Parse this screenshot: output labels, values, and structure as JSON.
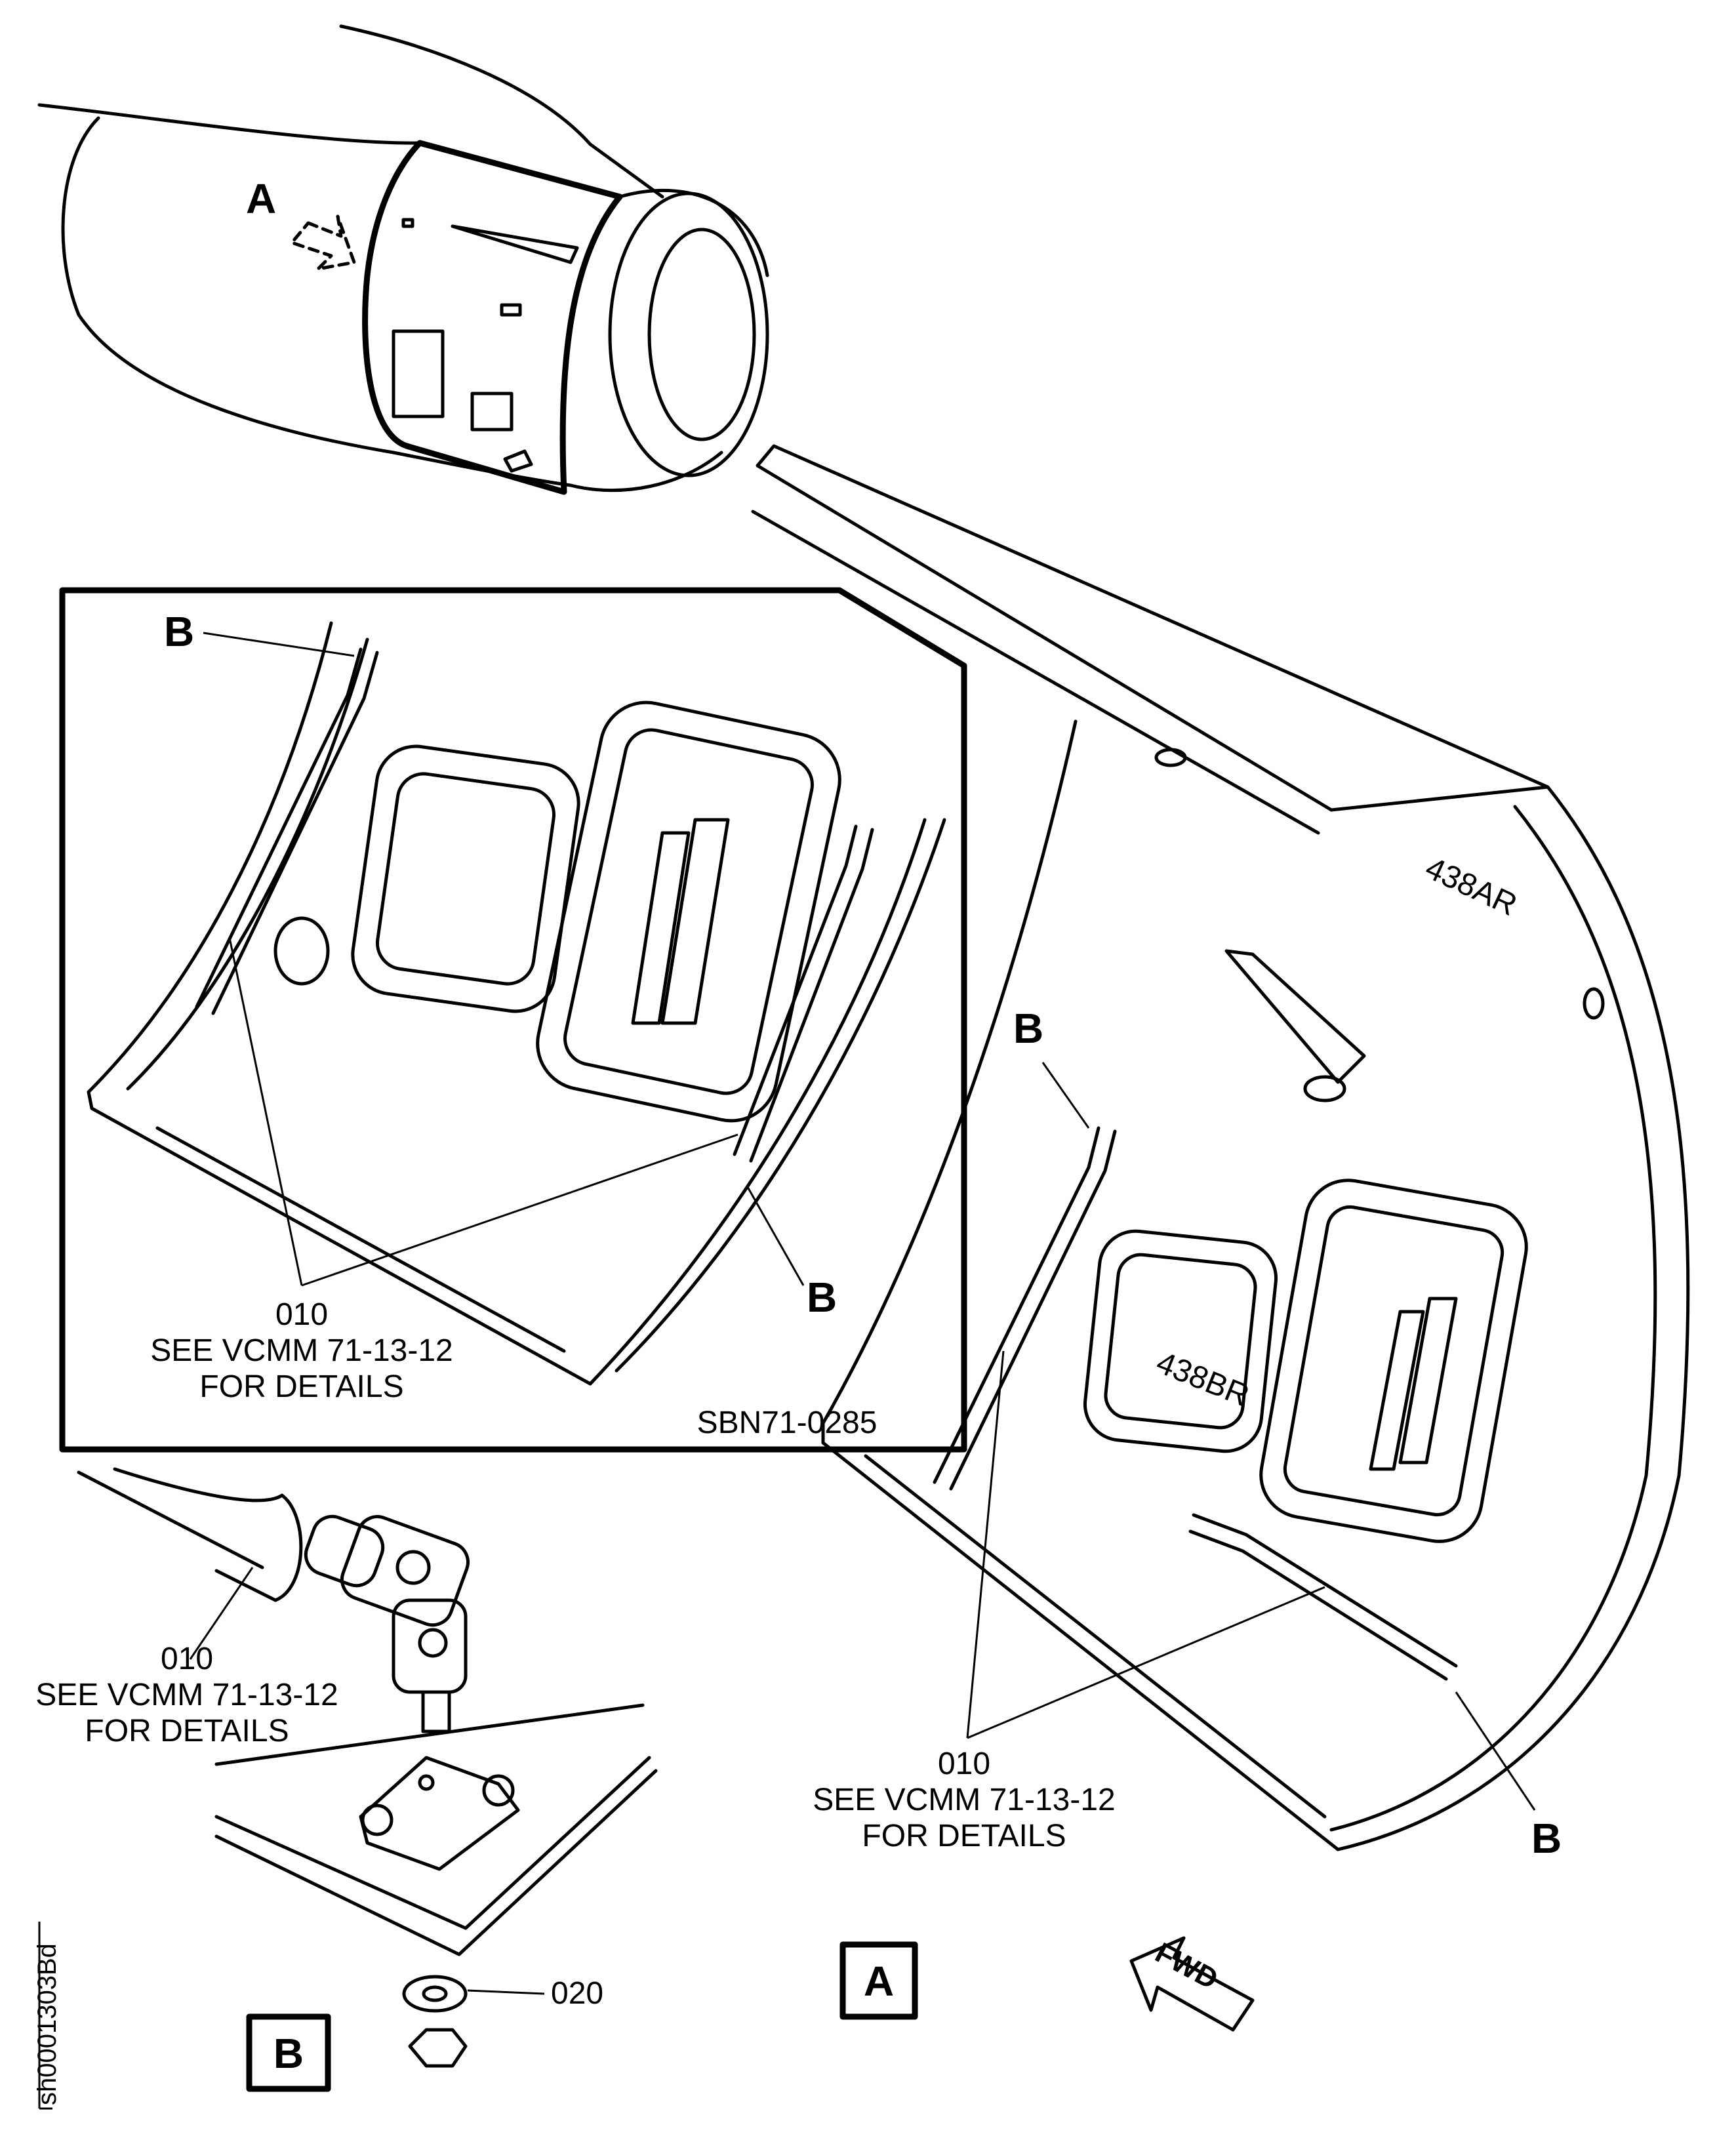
{
  "labels": {
    "view_a_top": "A",
    "strut_b_inset_top": "B",
    "strut_b_inset_bottom": "B",
    "strut_b_main_upper": "B",
    "strut_b_main_lower": "B",
    "panel_438ar": "438AR",
    "panel_438br": "438BR",
    "sb_ref": "SBN71-0285",
    "view_a_box": "A",
    "view_b_box": "B",
    "fwd": "FWD",
    "drawing_id": "sh0001303Bd"
  },
  "callouts": {
    "inset_010": {
      "item": "010",
      "line1": "SEE VCMM 71-13-12",
      "line2": "FOR DETAILS"
    },
    "detail_010": {
      "item": "010",
      "line1": "SEE VCMM 71-13-12",
      "line2": "FOR DETAILS"
    },
    "main_010": {
      "item": "010",
      "line1": "SEE VCMM 71-13-12",
      "line2": "FOR DETAILS"
    },
    "washer_020": {
      "item": "020"
    }
  }
}
